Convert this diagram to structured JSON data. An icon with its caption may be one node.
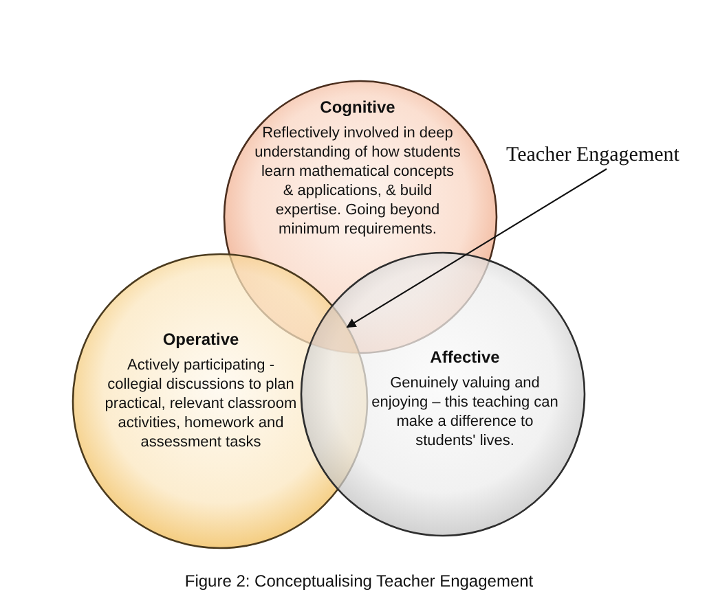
{
  "diagram": {
    "caption": "Figure 2: Conceptualising Teacher Engagement",
    "nodes": [
      {
        "text": [
          "Cognitive",
          "Reflectively involved in deep understanding of how students learn mathematical concepts & applications, & build expertise. Going beyond minimum requirements."
        ]
      },
      {
        "text": [
          "Teacher Engagement"
        ]
      },
      {
        "text": [],
        "shape": "region"
      },
      {
        "text": [
          "Operative",
          "Actively participating - collegial discussions to plan practical, relevant classroom activities, homework and assessment tasks"
        ]
      },
      {
        "text": [
          "Affective",
          "Genuinely valuing and enjoying – this teaching can make a difference to students' lives."
        ]
      }
    ],
    "edges": [
      {
        "from": 1,
        "to": 2,
        "arrow": "to"
      }
    ]
  }
}
